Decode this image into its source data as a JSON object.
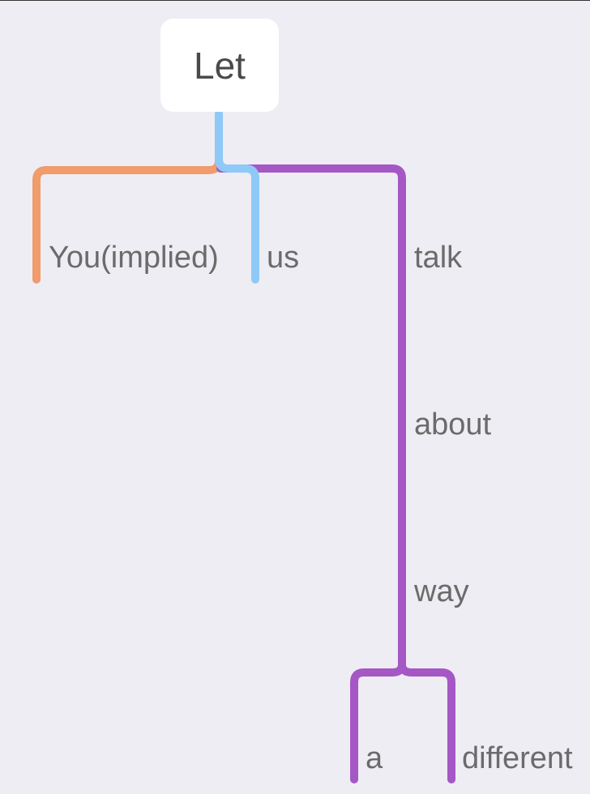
{
  "root": {
    "text": "Let"
  },
  "words": {
    "subject": "You(implied)",
    "object": "us",
    "verb": "talk",
    "prep": "about",
    "noun": "way",
    "det": "a",
    "adj": "different"
  },
  "colors": {
    "background": "#eeedf3",
    "subject_branch": "#f09c6c",
    "object_branch": "#8ec9f8",
    "verb_branch": "#a557c6"
  }
}
